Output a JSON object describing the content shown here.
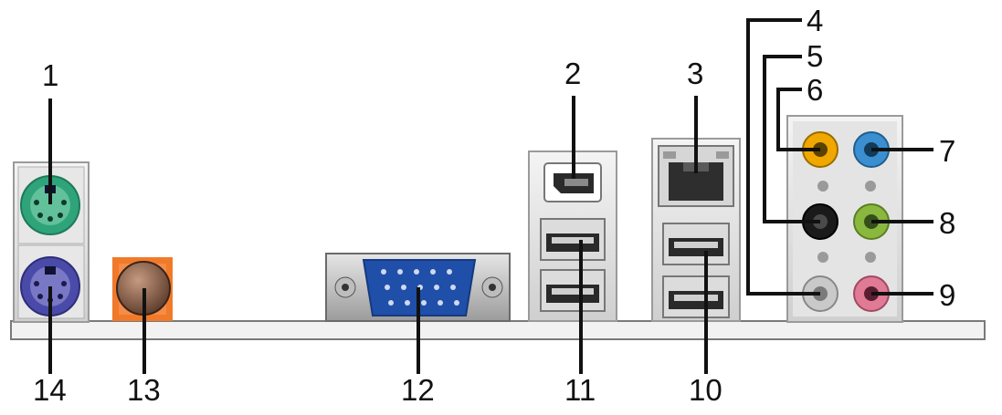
{
  "callouts": [
    {
      "num": "1",
      "port": "ps2-mouse-port",
      "color": "#2fa37a"
    },
    {
      "num": "2",
      "port": "ieee1394-port"
    },
    {
      "num": "3",
      "port": "lan-rj45-port"
    },
    {
      "num": "4",
      "port": "rear-speaker-out-jack",
      "color": "#c9c9c9"
    },
    {
      "num": "5",
      "port": "side-speaker-out-jack",
      "color": "#1a1a1a"
    },
    {
      "num": "6",
      "port": "center-bass-jack",
      "color": "#f0a800"
    },
    {
      "num": "7",
      "port": "line-in-jack",
      "color": "#3b8fd0"
    },
    {
      "num": "8",
      "port": "line-out-jack",
      "color": "#8ab83f"
    },
    {
      "num": "9",
      "port": "microphone-jack",
      "color": "#e07a95"
    },
    {
      "num": "10",
      "port": "usb-ports-lower-stack"
    },
    {
      "num": "11",
      "port": "usb-ports-upper-stack"
    },
    {
      "num": "12",
      "port": "vga-port",
      "color": "#1f4fa8"
    },
    {
      "num": "13",
      "port": "coaxial-spdif-out",
      "color": "#f07a2a"
    },
    {
      "num": "14",
      "port": "ps2-keyboard-port",
      "color": "#4a4aa8"
    }
  ]
}
